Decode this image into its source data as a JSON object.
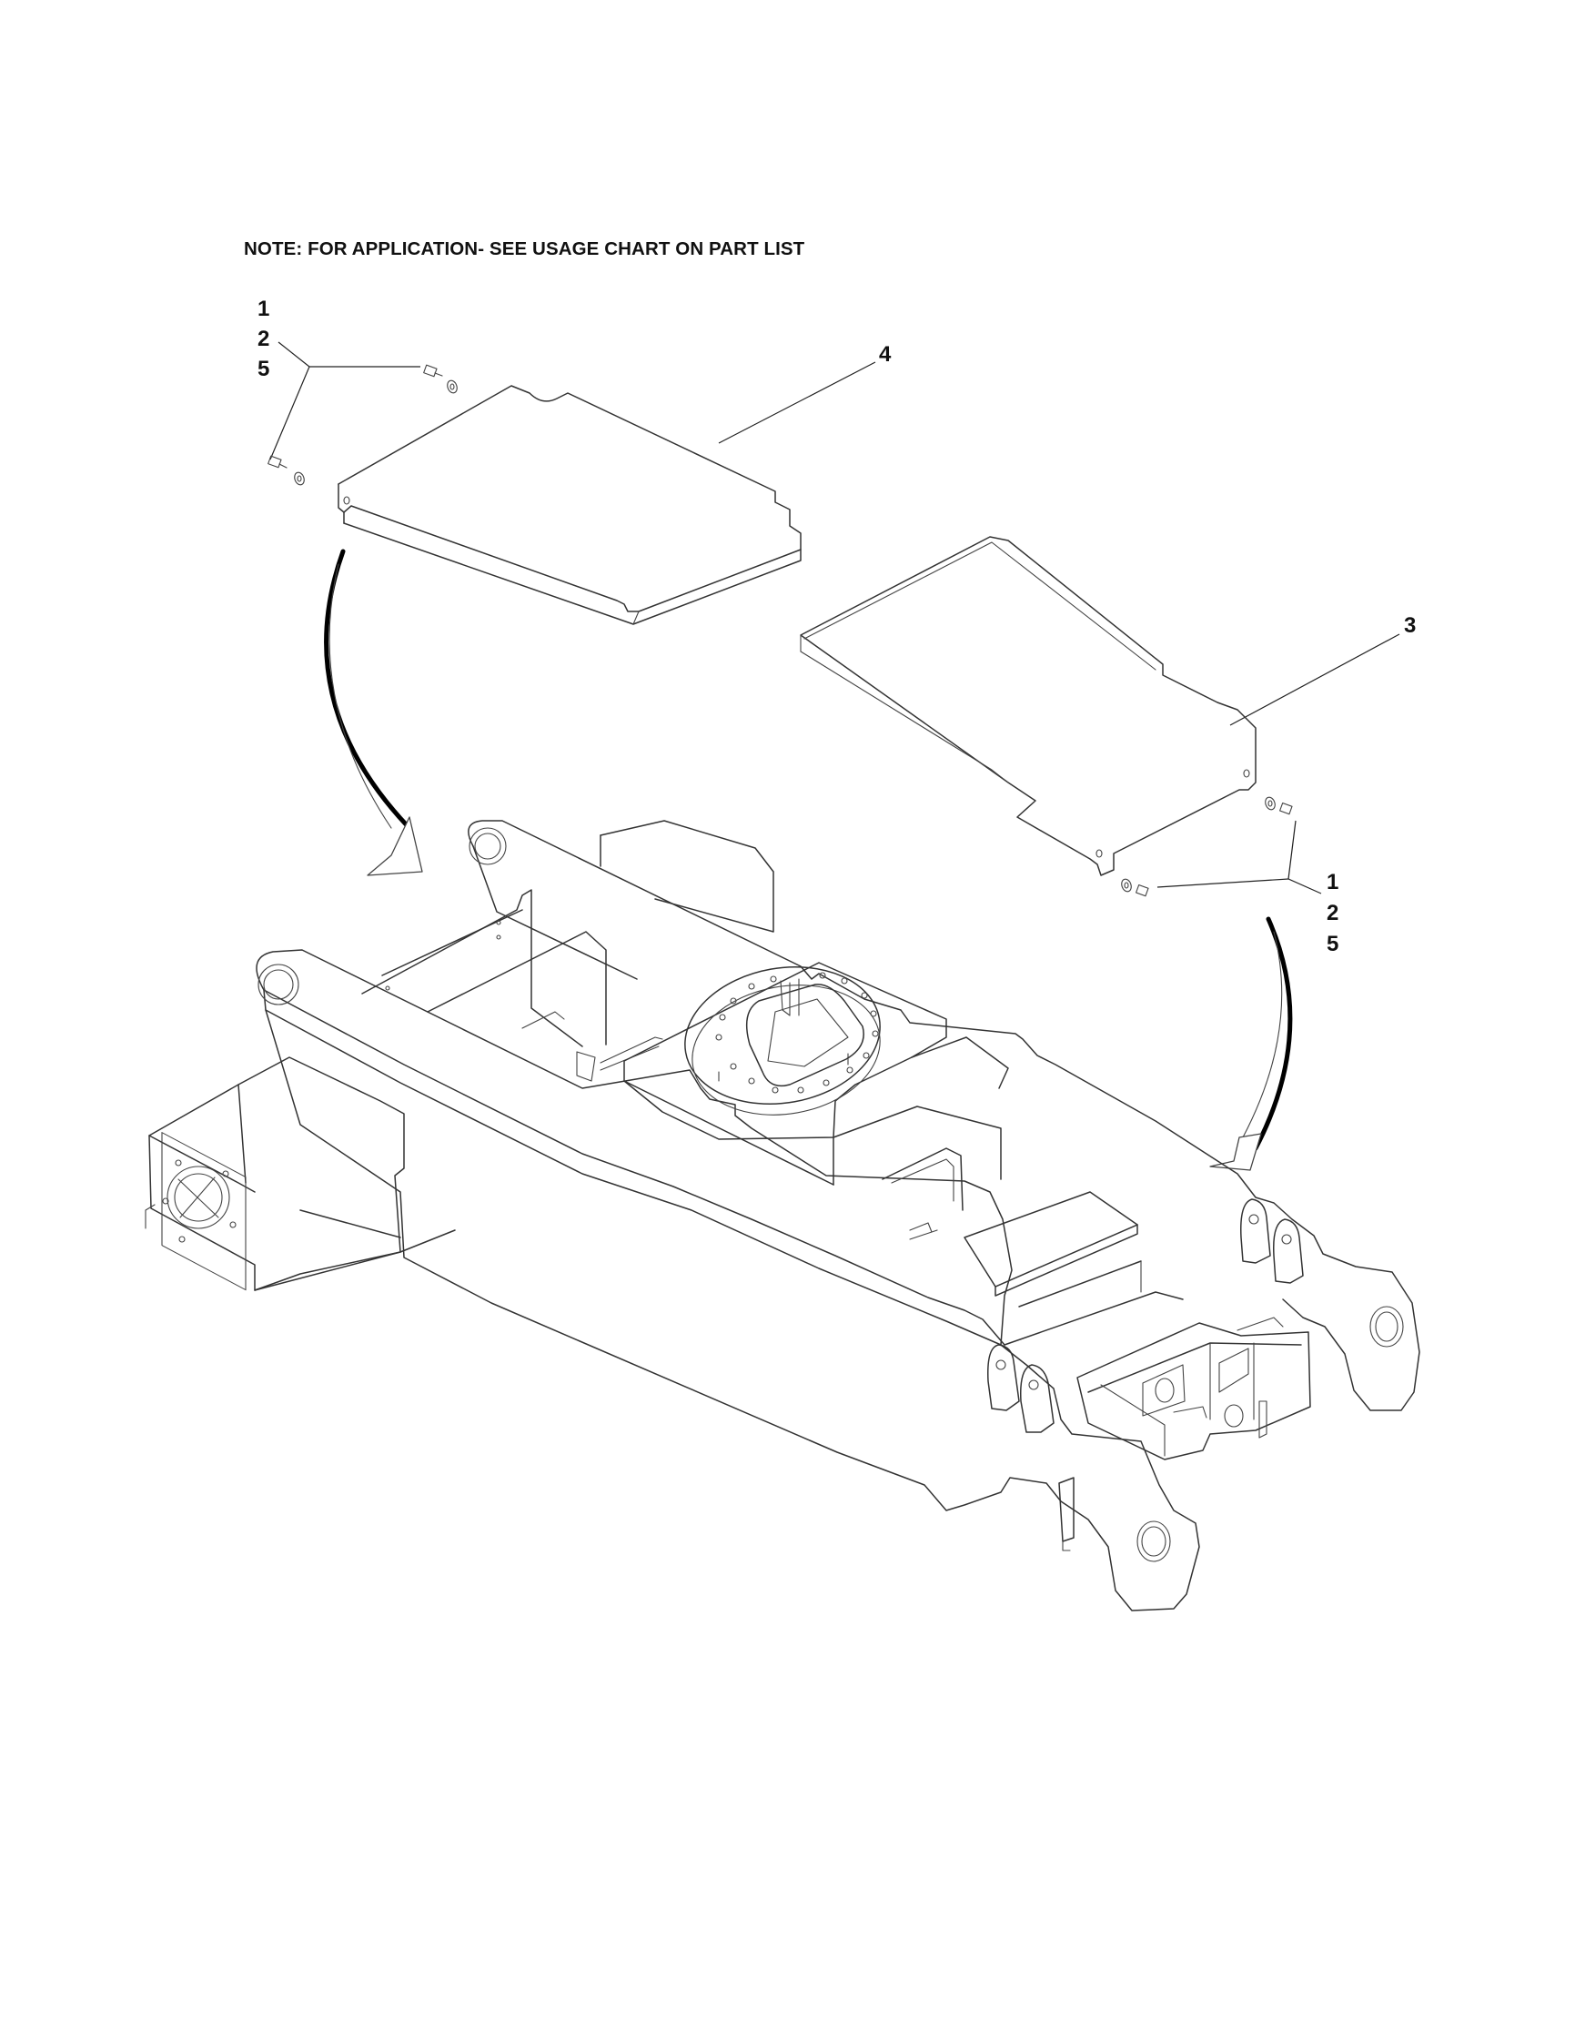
{
  "note": "NOTE: FOR APPLICATION- SEE USAGE CHART ON PART LIST",
  "callouts": {
    "top_left_group": [
      "1",
      "2",
      "5"
    ],
    "right_group": [
      "1",
      "2",
      "5"
    ],
    "cover_upper": "4",
    "cover_lower": "3"
  }
}
